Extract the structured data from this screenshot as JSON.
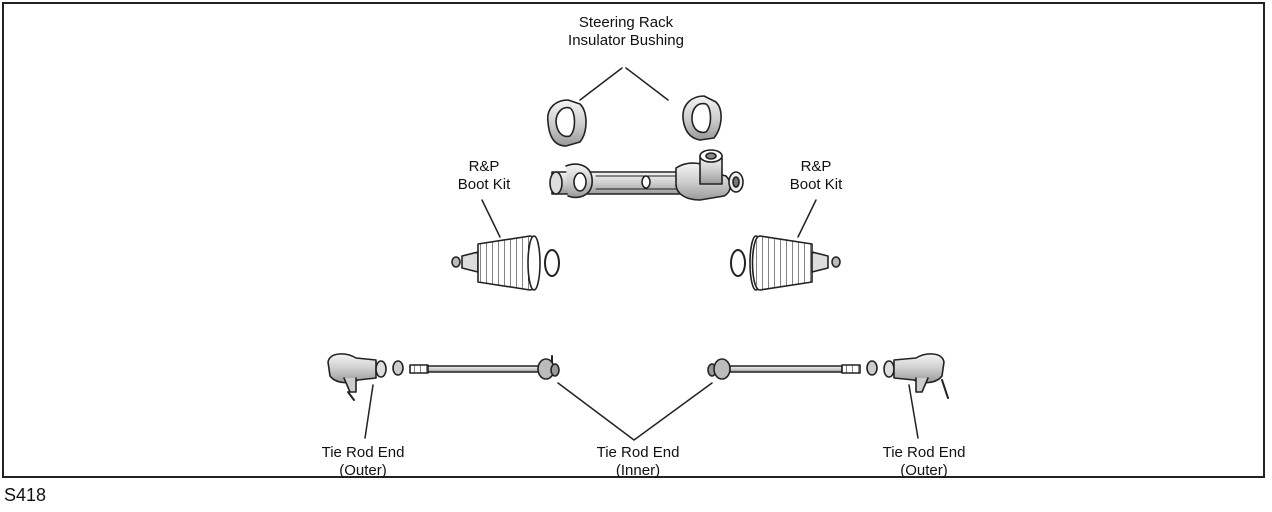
{
  "labels": {
    "rack_bushing": [
      "Steering Rack",
      "Insulator Bushing"
    ],
    "boot_left": [
      "R&P",
      "Boot Kit"
    ],
    "boot_right": [
      "R&P",
      "Boot Kit"
    ],
    "outer_left": [
      "Tie Rod End",
      "(Outer)"
    ],
    "inner": [
      "Tie Rod End",
      "(Inner)"
    ],
    "outer_right": [
      "Tie Rod End",
      "(Outer)"
    ]
  },
  "figure_code": "S418"
}
